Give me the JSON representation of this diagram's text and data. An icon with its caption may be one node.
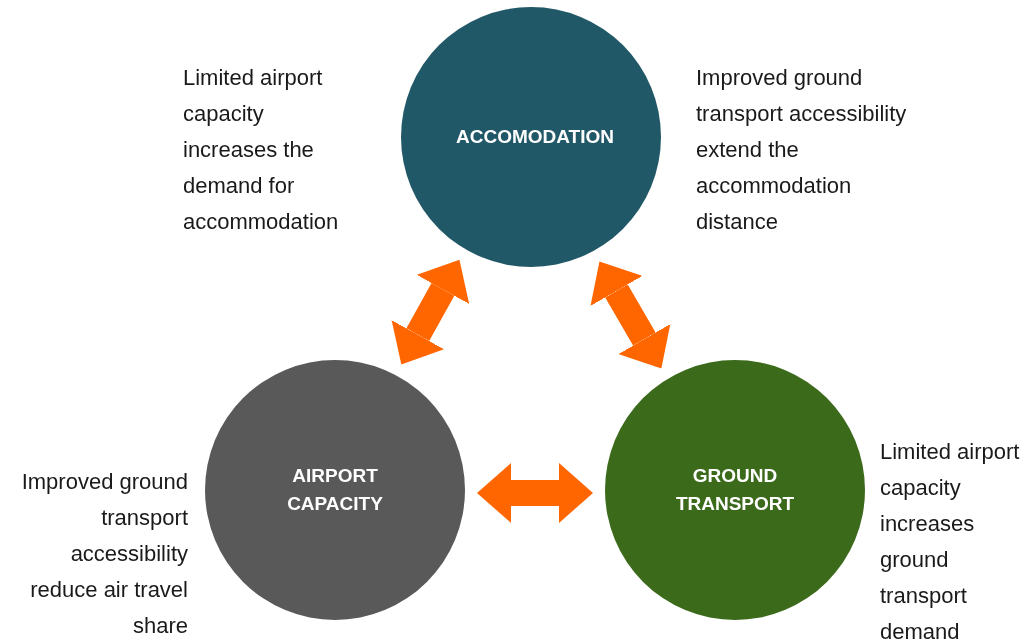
{
  "diagram": {
    "nodes": [
      {
        "text": [
          "ACCOMODATION"
        ]
      },
      {
        "text": [
          "AIRPORT CAPACITY"
        ]
      },
      {
        "text": [
          "GROUND TRANSPORT"
        ]
      }
    ],
    "edges": [
      {
        "from": 0,
        "to": 1,
        "arrow": "both"
      },
      {
        "from": 0,
        "to": 2,
        "arrow": "both"
      },
      {
        "from": 1,
        "to": 2,
        "arrow": "both"
      }
    ],
    "labels": [
      "Limited airport capacity increases the demand for accommodation",
      "Improved ground transport accessibility extend the accommodation distance",
      "Improved ground transport accessibility reduce air travel share",
      "Limited airport capacity increases ground transport demand"
    ]
  }
}
